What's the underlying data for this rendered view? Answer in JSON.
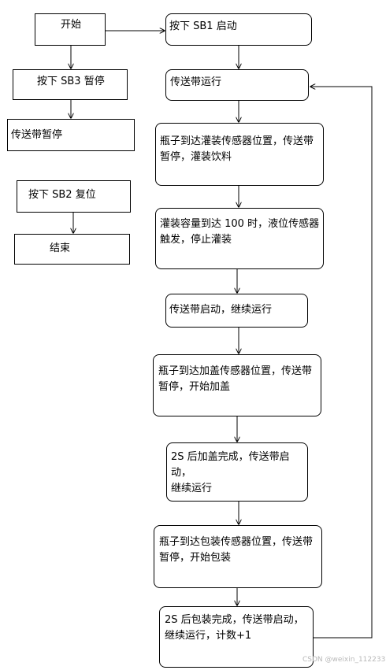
{
  "left": {
    "start": "开始",
    "press_sb3": "按下 SB3 暂停",
    "pause": "传送带暂停",
    "press_sb2": "按下 SB2 复位",
    "end": "结束"
  },
  "right": {
    "press_sb1": "按下 SB1 启动",
    "run": "传送带运行",
    "fill_sensor": "瓶子到达灌装传感器位置，传送带\n暂停，灌装饮料",
    "level_sensor": "灌装容量到达 100 时，液位传感器\n触发，停止灌装",
    "restart": "传送带启动，继续运行",
    "cap_sensor": "瓶子到达加盖传感器位置，传送带\n暂停，开始加盖",
    "cap_done": "2S 后加盖完成，传送带启动，\n继续运行",
    "pack_sensor": "瓶子到达包装传感器位置，传送带\n暂停，开始包装",
    "pack_done": "2S 后包装完成，传送带启动，\n继续运行，计数+1"
  },
  "watermark": "CSDN @weixin_112233",
  "colors": {
    "stroke": "#000000",
    "background": "#ffffff",
    "watermark": "#b8b8b8"
  }
}
